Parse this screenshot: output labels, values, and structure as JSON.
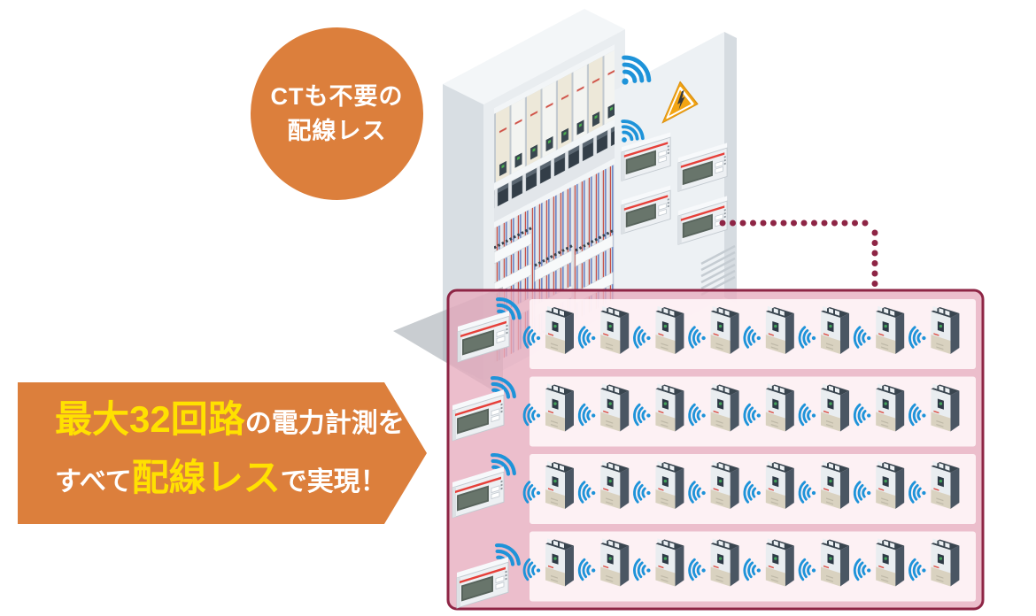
{
  "badge": {
    "line1": "CTも不要の",
    "line2": "配線レス"
  },
  "banner": {
    "line1_highlight": "最大32回路",
    "line1_rest": "の電力計測を",
    "line2_start": "すべて",
    "line2_highlight": "配線レス",
    "line2_end": "で実現！"
  },
  "diagram": {
    "rows": 4,
    "breakers_per_row": 8,
    "wireless_meters": 4,
    "door_meters": 4,
    "total_circuits": 32
  },
  "icons": {
    "wifi": "wifi-icon",
    "warning": "high-voltage-warning-icon",
    "breaker": "circuit-breaker-icon",
    "meter": "power-meter-icon"
  },
  "colors": {
    "accent_orange": "#DC7F3C",
    "highlight_yellow": "#FFE100",
    "wifi_blue": "#1E93D9",
    "frame_maroon": "#8E2545",
    "panel_pink": "#F0CBD6"
  }
}
